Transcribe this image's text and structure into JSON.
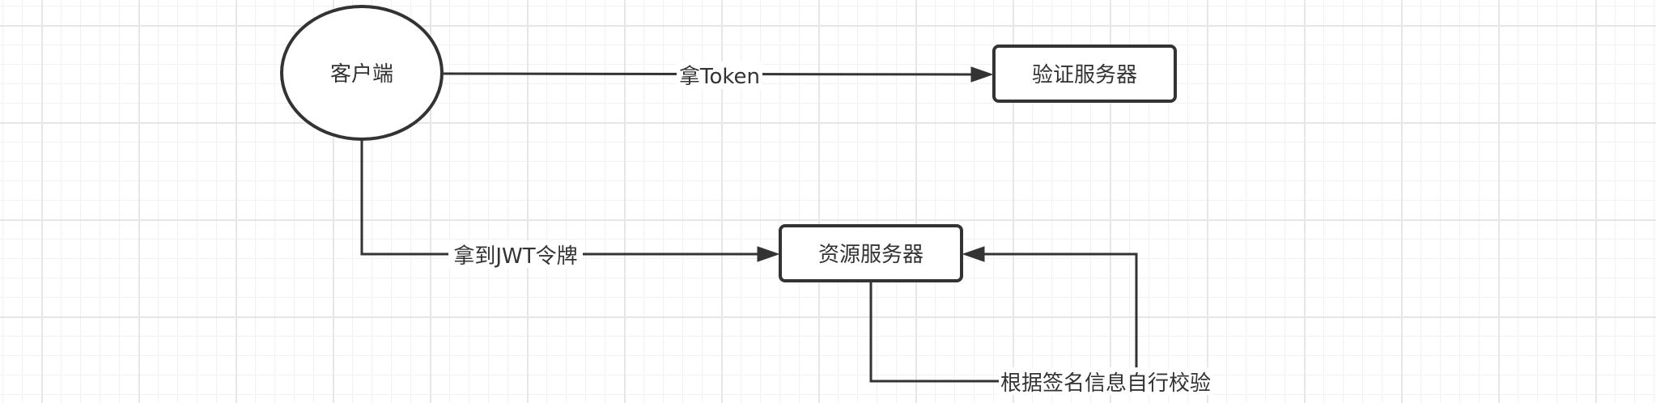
{
  "diagram": {
    "nodes": {
      "client": {
        "label": "客户端"
      },
      "auth_server": {
        "label": "验证服务器"
      },
      "resource_server": {
        "label": "资源服务器"
      }
    },
    "edges": {
      "get_token": {
        "label": "拿Token"
      },
      "get_jwt": {
        "label": "拿到JWT令牌"
      },
      "self_verify": {
        "label": "根据签名信息自行校验"
      }
    }
  },
  "colors": {
    "stroke": "#333333",
    "grid_major": "#e6e6e6",
    "grid_minor": "#f2f2f2",
    "background": "#ffffff"
  }
}
